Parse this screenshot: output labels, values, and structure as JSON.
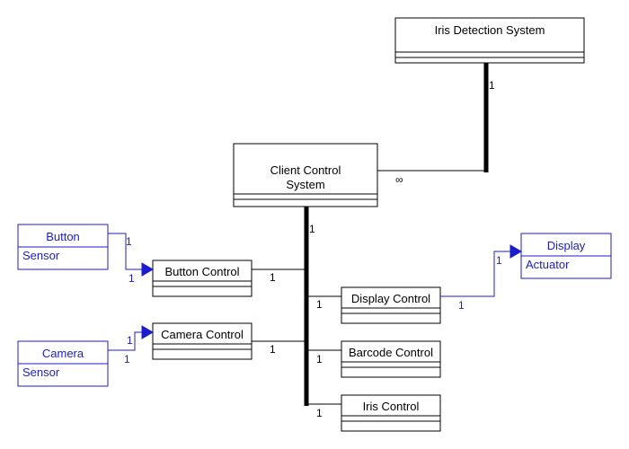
{
  "classes": {
    "iris_detection_system": "Iris Detection System",
    "client_control_system_line1": "Client Control",
    "client_control_system_line2": "System",
    "button_control": "Button Control",
    "camera_control": "Camera Control",
    "display_control": "Display Control",
    "barcode_control": "Barcode Control",
    "iris_control": "Iris Control"
  },
  "external": {
    "button": {
      "name": "Button",
      "stereotype": "Sensor"
    },
    "camera": {
      "name": "Camera",
      "stereotype": "Sensor"
    },
    "display": {
      "name": "Display",
      "stereotype": "Actuator"
    }
  },
  "multiplicities": {
    "iris_end": "1",
    "client_end": "∞",
    "bus_top": "1",
    "button_control": "1",
    "camera_control": "1",
    "display_control": "1",
    "barcode_control": "1",
    "iris_control": "1",
    "button_src": "1",
    "button_dst": "1",
    "camera_src": "1",
    "camera_dst": "1",
    "display_src": "1",
    "display_dst": "1"
  },
  "colors": {
    "line": "#000000",
    "external": "#1c1ccc",
    "background": "#ffffff"
  }
}
